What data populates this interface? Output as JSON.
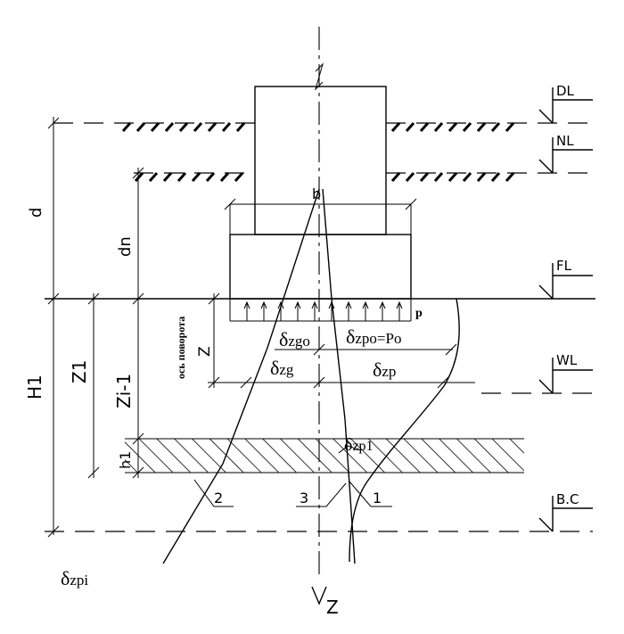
{
  "levels": {
    "dl": "DL",
    "nl": "NL",
    "fl": "FL",
    "wl": "WL",
    "bc": "B.C"
  },
  "dims": {
    "d": "d",
    "dn": "dn",
    "b": "b",
    "z": "Z",
    "z1": "Z1",
    "zi1": "Zi-1",
    "h1": "H1",
    "h1_small": "h1"
  },
  "labels": {
    "rotation_axis": "ось поворота",
    "p": "p",
    "sigma_zgo_sym": "δ",
    "sigma_zgo_sub": "zgo",
    "sigma_zpo_sym": "δ",
    "sigma_zpo_sub": "zpo=Po",
    "sigma_zg_sym": "δ",
    "sigma_zg_sub": "zg",
    "sigma_zp_sym": "δ",
    "sigma_zp_sub": "zp",
    "sigma_zp1_sym": "δ",
    "sigma_zp1_sub": "zp1",
    "sigma_zpi_sym": "δ",
    "sigma_zpi_sub": "zpi",
    "curve1": "1",
    "curve2": "2",
    "curve3": "3",
    "axis_z": "Z"
  }
}
